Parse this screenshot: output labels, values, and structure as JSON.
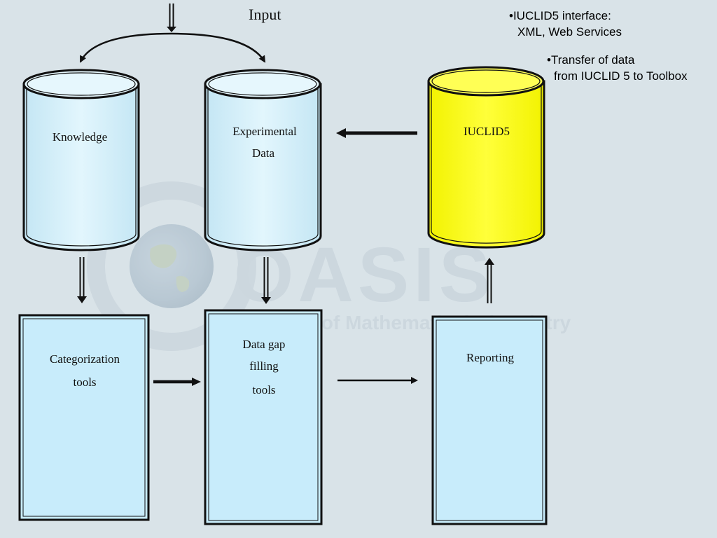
{
  "title": "Input",
  "notes": {
    "iuclid_interface_line1": "•IUCLID5 interface:",
    "iuclid_interface_line2": "XML, Web Services",
    "transfer_line1": "•Transfer of data",
    "transfer_line2": "from IUCLID 5 to Toolbox"
  },
  "cylinders": {
    "knowledge": "Knowledge",
    "experimental_line1": "Experimental",
    "experimental_line2": "Data",
    "iuclid": "IUCLID5"
  },
  "boxes": {
    "categorization_line1": "Categorization",
    "categorization_line2": "tools",
    "datagap_line1": "Data gap",
    "datagap_line2": "filling",
    "datagap_line3": "tools",
    "reporting": "Reporting"
  },
  "watermark": {
    "logo_text": "OASIS",
    "subtitle": "Laboratory of Mathematical Chemistry"
  },
  "colors": {
    "background": "#d9e3e8",
    "cylinder_blue": "#d6f0fa",
    "cylinder_yellow": "#ffff00",
    "box_blue": "#c8ecfb",
    "stroke": "#111111"
  }
}
